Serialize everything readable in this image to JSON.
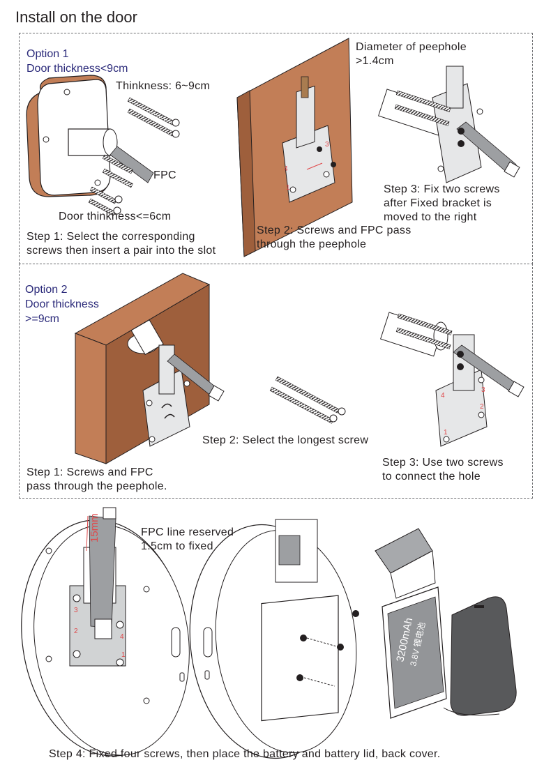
{
  "header": {
    "title": "Install on the door"
  },
  "option1": {
    "label": "Option 1",
    "condition": "Door thickness<9cm",
    "thinkness_label": "Thinkness: 6~9cm",
    "fpc_label": "FPC",
    "thin_door_label": "Door thinkness<=6cm",
    "diameter_label_line1": "Diameter of peephole",
    "diameter_label_line2": ">1.4cm",
    "step1_line1": "Step 1: Select the corresponding",
    "step1_line2": "screws then insert a pair into the slot",
    "step2_line1": "Step 2: Screws and FPC pass",
    "step2_line2": "through the peephole",
    "step3_line1": "Step 3: Fix two screws",
    "step3_line2": "after Fixed bracket is",
    "step3_line3": "moved to the right"
  },
  "option2": {
    "label": "Option 2",
    "condition_line1": "Door thickness",
    "condition_line2": ">=9cm",
    "step1_line1": "Step 1: Screws and FPC",
    "step1_line2": "pass through the peephole.",
    "step2": "Step 2: Select the longest screw",
    "step3_line1": "Step 3: Use two screws",
    "step3_line2": "to connect the hole"
  },
  "bottom": {
    "measure_label": "15mm",
    "fpc_reserved_line1": "FPC line reserved",
    "fpc_reserved_line2": "1.5cm to fixed",
    "battery_capacity": "3200mAh",
    "battery_voltage": "3.8V 锂电池",
    "step4": "Step 4: Fixed four screws, then place the battery and battery lid, back cover."
  },
  "bracket_numbers": [
    "1",
    "2",
    "3",
    "4"
  ],
  "colors": {
    "door_wood": "#c27e57",
    "door_edge": "#9e5f3c",
    "option_text": "#2b2a7a",
    "marker_red": "#e0484a"
  }
}
